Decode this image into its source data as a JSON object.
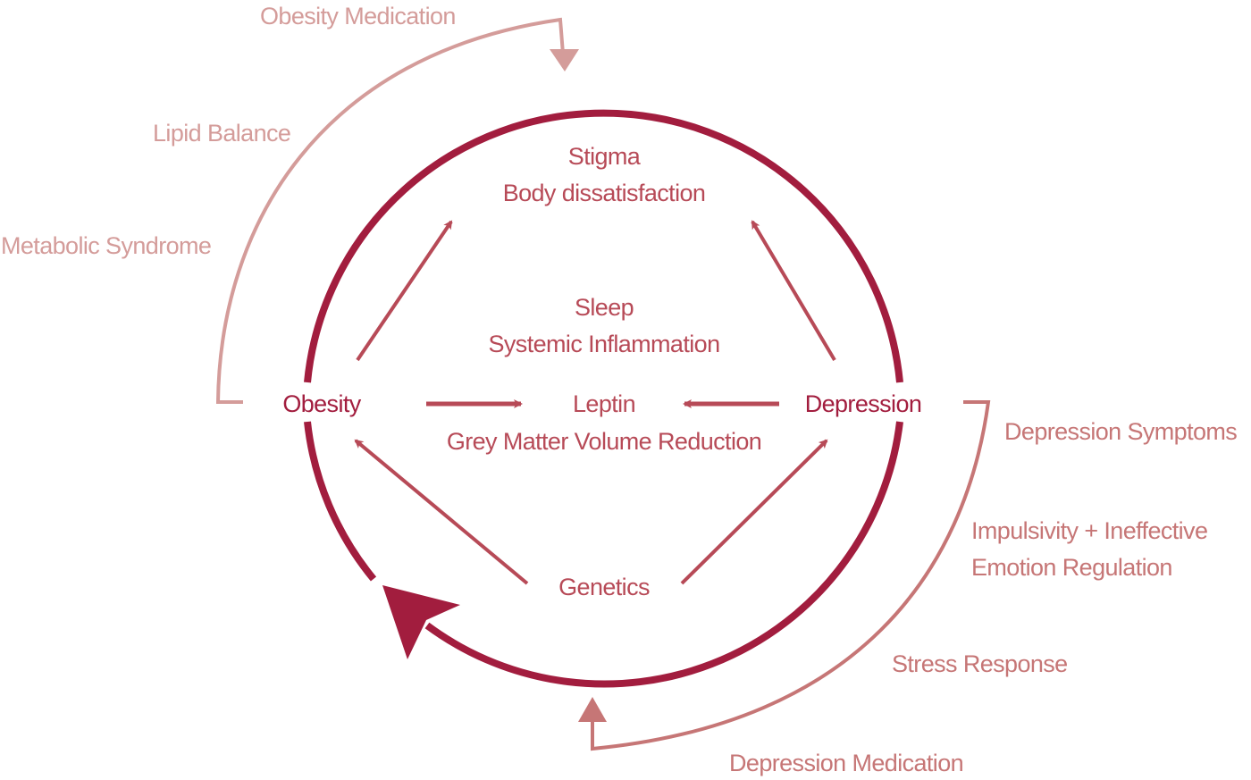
{
  "colors": {
    "main_cycle": "#a21d3e",
    "inner_arrows": "#b74a57",
    "obesity_loop": "#d49c9a",
    "depression_loop": "#c67676"
  },
  "nodes": {
    "obesity": "Obesity",
    "depression": "Depression",
    "genetics": "Genetics"
  },
  "center": {
    "top_line1": "Stigma",
    "top_line2": "Body dissatisfaction",
    "mid_line1": "Sleep",
    "mid_line2": "Systemic Inflammation",
    "low_line1": "Leptin",
    "low_line2": "Grey Matter Volume Reduction"
  },
  "obesity_loop": {
    "items": [
      "Obesity Medication",
      "Lipid Balance",
      "Metabolic Syndrome"
    ]
  },
  "depression_loop": {
    "items": [
      "Depression Symptoms",
      "Impulsivity + Ineffective",
      "Emotion Regulation",
      "Stress Response",
      "Depression Medication"
    ]
  }
}
